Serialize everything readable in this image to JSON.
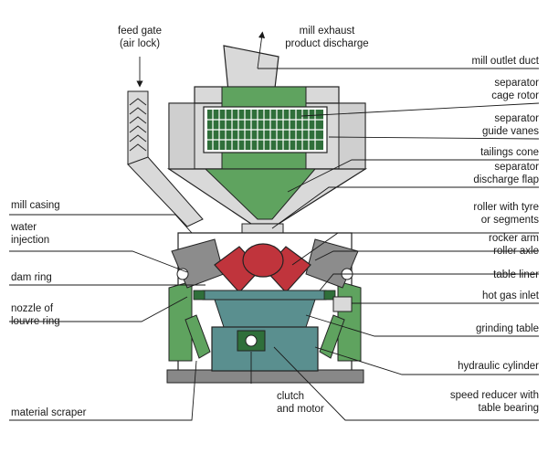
{
  "diagram": {
    "labels": {
      "feed_gate_1": "feed gate",
      "feed_gate_2": "(air lock)",
      "mill_exhaust_1": "mill exhaust",
      "mill_exhaust_2": "product discharge",
      "mill_outlet_duct": "mill outlet duct",
      "separator_cage_rotor_1": "separator",
      "separator_cage_rotor_2": "cage rotor",
      "separator_guide_vanes_1": "separator",
      "separator_guide_vanes_2": "guide vanes",
      "tailings_cone": "tailings cone",
      "separator_discharge_flap_1": "separator",
      "separator_discharge_flap_2": "discharge flap",
      "mill_casing": "mill casing",
      "roller_with_tyre_1": "roller with tyre",
      "roller_with_tyre_2": "or segments",
      "water_injection_1": "water",
      "water_injection_2": "injection",
      "rocker_arm": "rocker arm",
      "roller_axle": "roller axle",
      "dam_ring": "dam ring",
      "table_liner": "table liner",
      "hot_gas_inlet": "hot gas inlet",
      "nozzle_louvre_1": "nozzle of",
      "nozzle_louvre_2": "louvre ring",
      "grinding_table": "grinding table",
      "hydraulic_cylinder": "hydraulic cylinder",
      "clutch_motor_1": "clutch",
      "clutch_motor_2": "and motor",
      "speed_reducer_1": "speed reducer with",
      "speed_reducer_2": "table bearing",
      "material_scraper": "material scraper"
    },
    "colors": {
      "casing": "#d9d9d9",
      "green": "#5fa35f",
      "dark_green": "#2f6f3a",
      "teal": "#5a8f8f",
      "roller_red": "#c0343c",
      "roller_grey": "#8c8c8c",
      "outline": "#222222"
    }
  }
}
